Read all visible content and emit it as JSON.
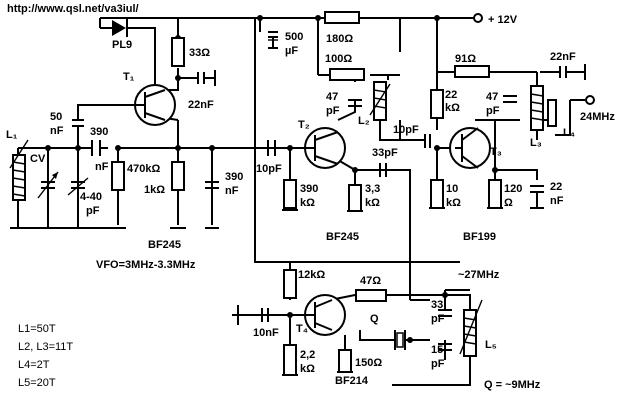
{
  "url": "http://www.qsl.net/va3iul/",
  "supply": "+ 12V",
  "diode": "PL9",
  "transistors": {
    "t1": "T₁",
    "t1_type": "BF245",
    "t2": "T₂",
    "t2_type": "BF245",
    "t3": "T₃",
    "t3_type": "BF199",
    "t4": "T₄",
    "t4_type": "BF214"
  },
  "resistors": {
    "r33": "33Ω",
    "r180": "180Ω",
    "r100": "100Ω",
    "r91": "91Ω",
    "r22k_a": "22",
    "r22k_b": "kΩ",
    "r470k": "470kΩ",
    "r1k": "1kΩ",
    "r390k_a": "390",
    "r390k_b": "kΩ",
    "r33k_a": "3,3",
    "r33k_b": "kΩ",
    "r10k_a": "10",
    "r10k_b": "kΩ",
    "r120_a": "120",
    "r120_b": "Ω",
    "r12k": "12kΩ",
    "r47": "47Ω",
    "r22k2_a": "2,2",
    "r22k2_b": "kΩ",
    "r150": "150Ω"
  },
  "capacitors": {
    "c500_a": "500",
    "c500_b": "µF",
    "c22n_a": "22nF",
    "c22n_b": "22nF",
    "c50_a": "50",
    "c50_b": "nF",
    "c390n_a": "390",
    "c390n_b": "nF",
    "c390n2_a": "390",
    "c390n2_b": "nF",
    "c47p_a": "47",
    "c47p_b": "pF",
    "c10p_a": "10pF",
    "c10p_b": "10pF",
    "c33p": "33pF",
    "c47p2_a": "47",
    "c47p2_b": "pF",
    "c22n3_a": "22",
    "c22n3_b": "nF",
    "c10n": "10nF",
    "c33p2_a": "33",
    "c33p2_b": "pF",
    "c15p_a": "15",
    "c15p_b": "pF",
    "cv": "CV",
    "c440_a": "4-40",
    "c440_b": "pF"
  },
  "inductors": {
    "l1": "L₁",
    "l2": "L₂",
    "l3": "L₃",
    "l4": "L₄",
    "l5": "L₅"
  },
  "crystal": "Q",
  "output_freq": "24MHz",
  "notes": {
    "vfo_type": "BF245",
    "vfo_range": "VFO=3MHz-3.3MHz",
    "osc_freq": "~27MHz",
    "crystal_freq": "Q = ~9MHz"
  },
  "coil_table": [
    "L1=50T",
    "L2, L3=11T",
    "L4=2T",
    "L5=20T"
  ]
}
